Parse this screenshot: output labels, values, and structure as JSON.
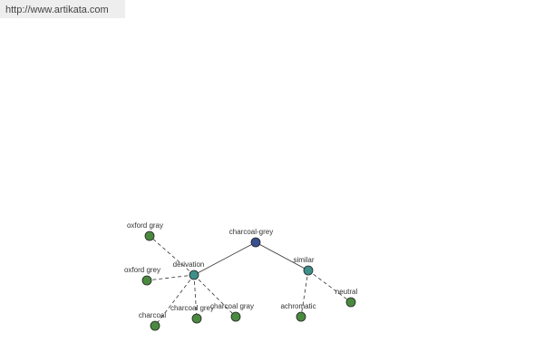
{
  "header": {
    "url": "http://www.artikata.com"
  },
  "colors": {
    "root_node": "#3a4f8f",
    "relation_node": "#3f8f8a",
    "leaf_node": "#4a8a3f",
    "edge": "#333333"
  },
  "graph": {
    "nodes": [
      {
        "id": "root",
        "label": "charcoal-grey",
        "kind": "root"
      },
      {
        "id": "derivation",
        "label": "derivation",
        "kind": "relation"
      },
      {
        "id": "similar",
        "label": "similar",
        "kind": "relation"
      },
      {
        "id": "oxford-gray-1",
        "label": "oxford gray",
        "kind": "leaf"
      },
      {
        "id": "oxford-grey",
        "label": "oxford grey",
        "kind": "leaf"
      },
      {
        "id": "charcoal",
        "label": "charcoal",
        "kind": "leaf"
      },
      {
        "id": "charcoal-grey-2",
        "label": "charcoal grey",
        "kind": "leaf"
      },
      {
        "id": "charcoal-gray",
        "label": "charcoal gray",
        "kind": "leaf"
      },
      {
        "id": "achromatic",
        "label": "achromatic",
        "kind": "leaf"
      },
      {
        "id": "neutral",
        "label": "neutral",
        "kind": "leaf"
      }
    ],
    "edges": [
      {
        "from": "root",
        "to": "derivation",
        "style": "solid"
      },
      {
        "from": "root",
        "to": "similar",
        "style": "solid"
      },
      {
        "from": "derivation",
        "to": "oxford-gray-1",
        "style": "dashed"
      },
      {
        "from": "derivation",
        "to": "oxford-grey",
        "style": "dashed"
      },
      {
        "from": "derivation",
        "to": "charcoal",
        "style": "dashed"
      },
      {
        "from": "derivation",
        "to": "charcoal-grey-2",
        "style": "dashed"
      },
      {
        "from": "derivation",
        "to": "charcoal-gray",
        "style": "dashed"
      },
      {
        "from": "similar",
        "to": "achromatic",
        "style": "dashed"
      },
      {
        "from": "similar",
        "to": "neutral",
        "style": "dashed"
      }
    ]
  }
}
